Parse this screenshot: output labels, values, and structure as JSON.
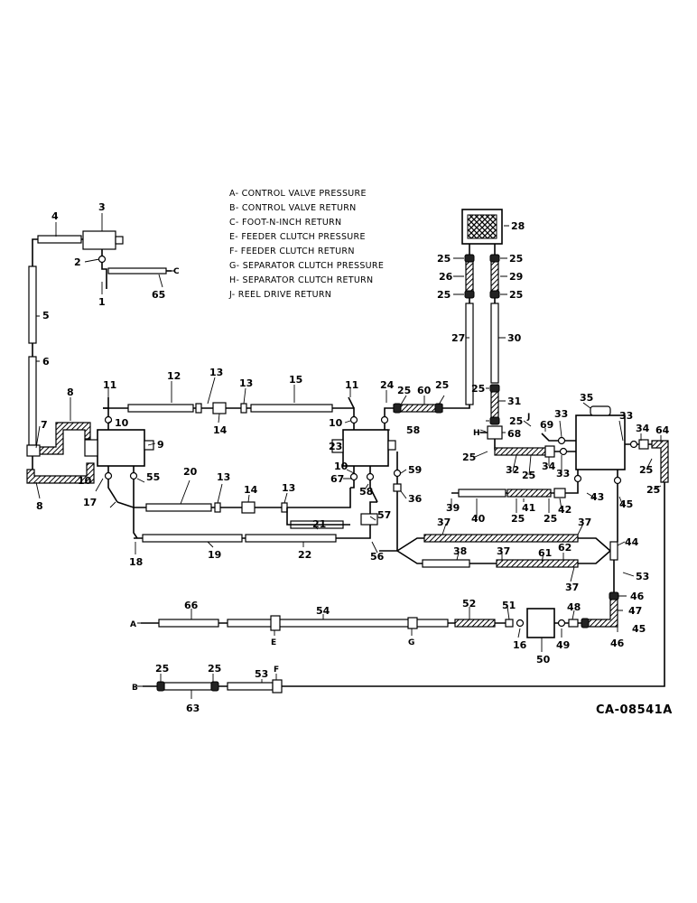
{
  "legend": [
    "A- CONTROL VALVE PRESSURE",
    "B- CONTROL VALVE RETURN",
    "C- FOOT-N-INCH RETURN",
    "E- FEEDER CLUTCH PRESSURE",
    "F- FEEDER CLUTCH RETURN",
    "G- SEPARATOR CLUTCH PRESSURE",
    "H- SEPARATOR CLUTCH RETURN",
    "J- REEL DRIVE RETURN"
  ],
  "drawing_code": "CA-08541A",
  "connection_letters": {
    "a": "A",
    "b": "B",
    "c": "C",
    "e": "E",
    "f": "F",
    "g": "G",
    "h": "H",
    "j": "J"
  },
  "part_numbers": {
    "p1": "1",
    "p2": "2",
    "p3": "3",
    "p4": "4",
    "p5": "5",
    "p6": "6",
    "p7": "7",
    "p8a": "8",
    "p8b": "8",
    "p9": "9",
    "p10a": "10",
    "p10b": "10",
    "p10c": "10",
    "p10d": "10",
    "p11a": "11",
    "p11b": "11",
    "p12": "12",
    "p13a": "13",
    "p13b": "13",
    "p13c": "13",
    "p13d": "13",
    "p14a": "14",
    "p14b": "14",
    "p15": "15",
    "p16": "16",
    "p17": "17",
    "p18": "18",
    "p19": "19",
    "p20": "20",
    "p21": "21",
    "p22": "22",
    "p23": "23",
    "p24": "24",
    "p25a": "25",
    "p25b": "25",
    "p25c": "25",
    "p25d": "25",
    "p25e": "25",
    "p25f": "25",
    "p25g": "25",
    "p25h": "25",
    "p25i": "25",
    "p25j": "25",
    "p25k": "25",
    "p25l": "25",
    "p25m": "25",
    "p25n": "25",
    "p25o": "25",
    "p25p": "25",
    "p26": "26",
    "p27": "27",
    "p28": "28",
    "p29": "29",
    "p30": "30",
    "p31": "31",
    "p32": "32",
    "p33a": "33",
    "p33b": "33",
    "p33c": "33",
    "p34a": "34",
    "p34b": "34",
    "p35": "35",
    "p36": "36",
    "p37a": "37",
    "p37b": "37",
    "p37c": "37",
    "p37d": "37",
    "p38": "38",
    "p39": "39",
    "p40": "40",
    "p41": "41",
    "p42": "42",
    "p43": "43",
    "p44": "44",
    "p45a": "45",
    "p45b": "45",
    "p46a": "46",
    "p46b": "46",
    "p47": "47",
    "p48": "48",
    "p49": "49",
    "p50": "50",
    "p51": "51",
    "p52": "52",
    "p53a": "53",
    "p53b": "53",
    "p54": "54",
    "p55": "55",
    "p56": "56",
    "p57": "57",
    "p58a": "58",
    "p58b": "58",
    "p59": "59",
    "p60": "60",
    "p61": "61",
    "p62": "62",
    "p63": "63",
    "p64": "64",
    "p65": "65",
    "p66": "66",
    "p67": "67",
    "p68": "68",
    "p69": "69"
  }
}
